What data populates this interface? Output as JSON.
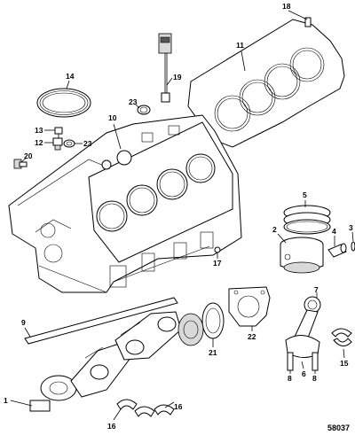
{
  "diagram": {
    "figure_number": "58037",
    "callouts": [
      {
        "id": "c18",
        "text": "18"
      },
      {
        "id": "c11",
        "text": "11"
      },
      {
        "id": "c14",
        "text": "14"
      },
      {
        "id": "c19",
        "text": "19"
      },
      {
        "id": "c23a",
        "text": "23"
      },
      {
        "id": "c10",
        "text": "10"
      },
      {
        "id": "c13",
        "text": "13"
      },
      {
        "id": "c12",
        "text": "12"
      },
      {
        "id": "c23b",
        "text": "23"
      },
      {
        "id": "c20",
        "text": "20"
      },
      {
        "id": "c5",
        "text": "5"
      },
      {
        "id": "c2",
        "text": "2"
      },
      {
        "id": "c4",
        "text": "4"
      },
      {
        "id": "c3",
        "text": "3"
      },
      {
        "id": "c17",
        "text": "17"
      },
      {
        "id": "c9",
        "text": "9"
      },
      {
        "id": "c22",
        "text": "22"
      },
      {
        "id": "c7",
        "text": "7"
      },
      {
        "id": "c21",
        "text": "21"
      },
      {
        "id": "c15",
        "text": "15"
      },
      {
        "id": "c8a",
        "text": "8"
      },
      {
        "id": "c6",
        "text": "6"
      },
      {
        "id": "c8b",
        "text": "8"
      },
      {
        "id": "c1",
        "text": "1"
      },
      {
        "id": "c16a",
        "text": "16"
      },
      {
        "id": "c16b",
        "text": "16"
      }
    ]
  }
}
